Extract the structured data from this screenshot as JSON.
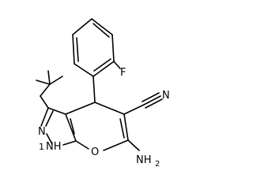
{
  "molecule": {
    "labels": {
      "fluorine": "F",
      "nitrile_nitrogen": "N",
      "ring_nitrogen": "N",
      "nh": "NH",
      "nh_subscript": "1",
      "oxygen": "O",
      "amino": "NH",
      "amino_subscript": "2"
    }
  }
}
